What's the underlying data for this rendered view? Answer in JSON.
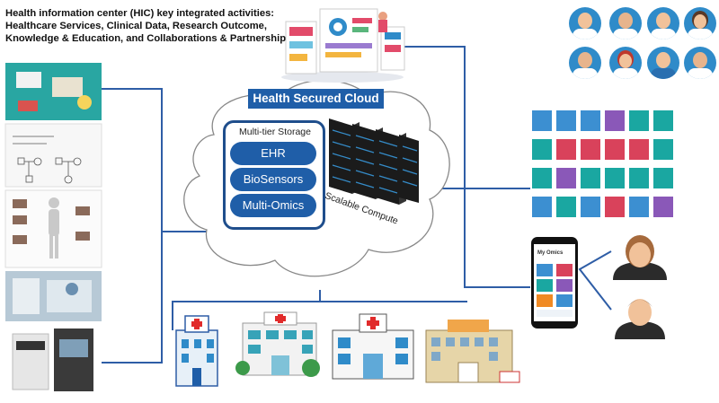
{
  "heading": {
    "line1": "Health information center (HIC) key integrated activities:",
    "line2": "Healthcare Services,  Clinical Data, Research Outcome,",
    "line3": "Knowledge & Education, and Collaborations & Partnerships"
  },
  "cloud": {
    "title": "Health Secured Cloud",
    "storage_label": "Multi-tier Storage",
    "storage_items": [
      "EHR",
      "BioSensors",
      "Multi-Omics"
    ],
    "compute_label": "Scalable Compute"
  },
  "phone": {
    "app_title": "My Omics"
  },
  "colors": {
    "accent": "#1f5ea8",
    "connector": "#2e5da6",
    "tiles": [
      "#3c8fd1",
      "#d9425b",
      "#1aa7a1",
      "#8a58b8",
      "#f08a24"
    ]
  },
  "icons": [
    "doctor-avatar",
    "patient-user-icon",
    "hospital-icon",
    "server-rack",
    "smartphone"
  ]
}
